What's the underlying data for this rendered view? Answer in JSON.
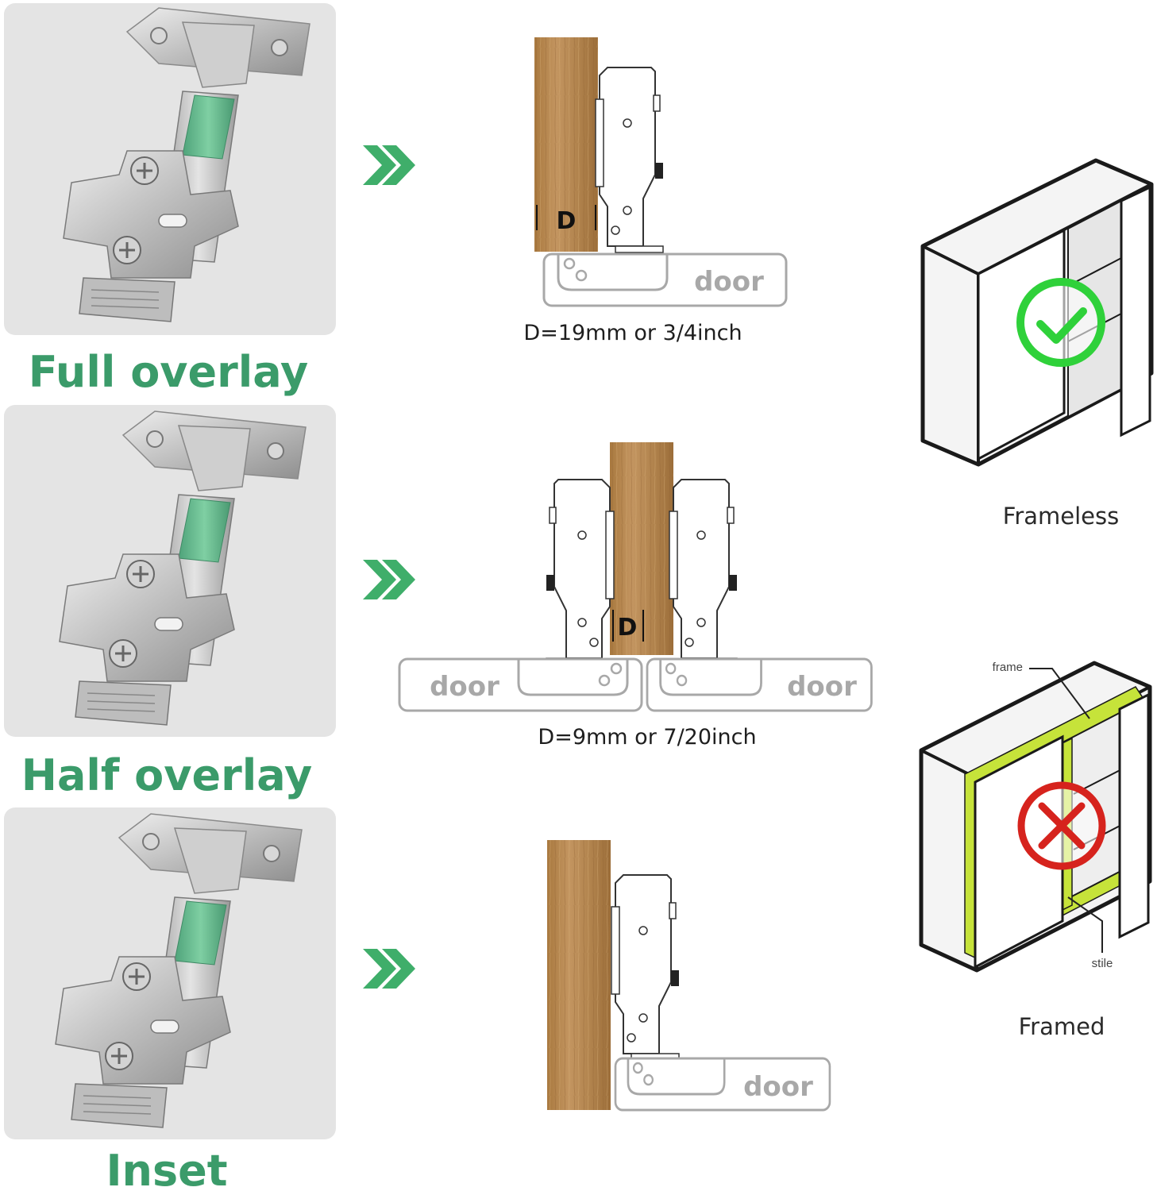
{
  "rows": [
    {
      "id": "full",
      "label": "Full overlay",
      "dimension": "D=19mm or 3/4inch",
      "marker": "D",
      "door_labels": [
        "door"
      ]
    },
    {
      "id": "half",
      "label": "Half overlay",
      "dimension": "D=9mm or 7/20inch",
      "marker": "D",
      "door_labels": [
        "door",
        "door"
      ]
    },
    {
      "id": "inset",
      "label": "Inset",
      "dimension": "",
      "marker": "",
      "door_labels": [
        "door"
      ]
    }
  ],
  "cabinets": [
    {
      "id": "frameless",
      "label": "Frameless",
      "status": "compatible",
      "status_icon": "check-circle-icon",
      "color": "#2fd13a"
    },
    {
      "id": "framed",
      "label": "Framed",
      "status": "not-compatible",
      "status_icon": "cross-circle-icon",
      "color": "#d6231d",
      "callouts": [
        "frame",
        "stile"
      ],
      "frame_color": "#c6e33a"
    }
  ],
  "colors": {
    "accent": "#3b9b6a",
    "arrow": "#3fae6a",
    "wood": "#b58752",
    "hinge_arm": "#6fbf96",
    "door_outline": "#a8a8a8"
  }
}
